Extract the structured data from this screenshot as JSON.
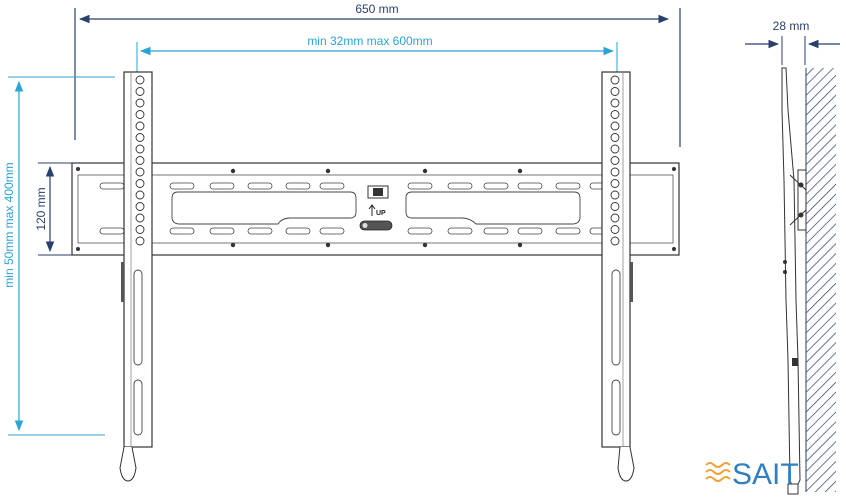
{
  "dimensions": {
    "total_width": "650 mm",
    "hole_spacing_horizontal": "min 32mm max 600mm",
    "hole_spacing_vertical": "min 50mm max 400mm",
    "plate_height": "120 mm",
    "wall_depth": "28 mm"
  },
  "plate_labels": {
    "up": "UP"
  },
  "logo": {
    "text": "SAIT"
  },
  "colors": {
    "dimension_dark": "#2a3f6b",
    "dimension_cyan": "#2ba3d3",
    "line": "#333333",
    "logo_orange": "#f2a23a",
    "logo_blue": "#2f7fc1"
  }
}
